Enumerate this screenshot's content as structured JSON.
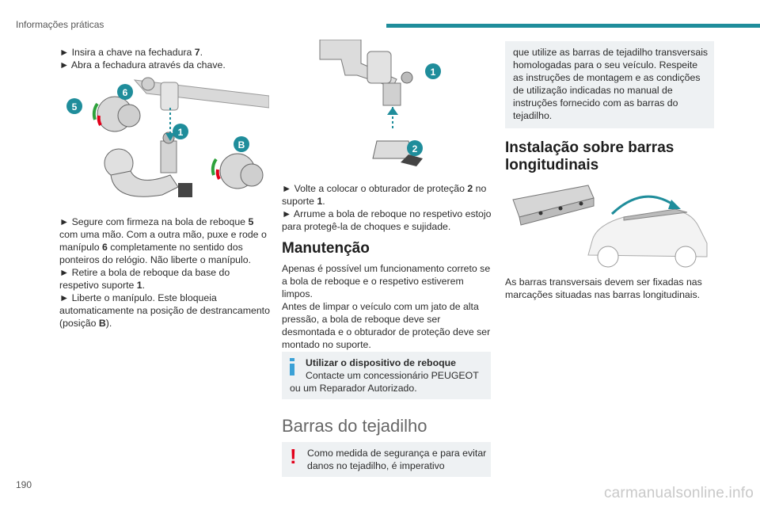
{
  "header": {
    "title": "Informações práticas"
  },
  "page_number": "190",
  "watermark": "carmanualsonline.info",
  "col1": {
    "steps_top": [
      {
        "text": "► Insira a chave na fechadura ",
        "bold": "7",
        "end": "."
      },
      {
        "text": "► Abra a fechadura através da chave."
      }
    ],
    "figure_labels": [
      "5",
      "6",
      "1",
      "B"
    ],
    "p1": {
      "a": "► Segure com firmeza na bola de reboque ",
      "b": "5",
      "c": " com uma mão. Com a outra mão, puxe e rode o manípulo ",
      "d": "6",
      "e": " completamente no sentido dos ponteiros do relógio. Não liberte o manípulo."
    },
    "p2": {
      "a": "► Retire a bola de reboque da base do respetivo suporte ",
      "b": "1",
      "c": "."
    },
    "p3": {
      "a": "► Liberte o manípulo. Este bloqueia automaticamente na posição de destrancamento (posição ",
      "b": "B",
      "c": ")."
    }
  },
  "col2": {
    "figure_labels": [
      "1",
      "2"
    ],
    "s1": {
      "a": "► Volte a colocar o obturador de proteção ",
      "b": "2",
      "c": " no suporte ",
      "d": "1",
      "e": "."
    },
    "s2": "► Arrume a bola de reboque no respetivo estojo para protegê-la de choques e sujidade.",
    "maint_title": "Manutenção",
    "maint_p1": "Apenas é possível um funcionamento correto se a bola de reboque e o respetivo estiverem limpos.",
    "maint_p2": "Antes de limpar o veículo com um jato de alta pressão, a bola de reboque deve ser desmontada e o obturador de proteção deve ser montado no suporte.",
    "info_title": "Utilizar o dispositivo de reboque",
    "info_text": "Contacte um concessionário PEUGEOT ou um Reparador Autorizado.",
    "roof_title": "Barras do tejadilho",
    "warn_text": "Como medida de segurança e para evitar danos no tejadilho, é imperativo"
  },
  "col3": {
    "cont_text": "que utilize as barras de tejadilho transversais homologadas para o seu veículo. Respeite as instruções de montagem e as condições de utilização indicadas no manual de instruções fornecido com as barras do tejadilho.",
    "inst_title": "Instalação sobre barras longitudinais",
    "body_text": "As barras transversais devem ser fixadas nas marcações situadas nas barras longitudinais."
  }
}
